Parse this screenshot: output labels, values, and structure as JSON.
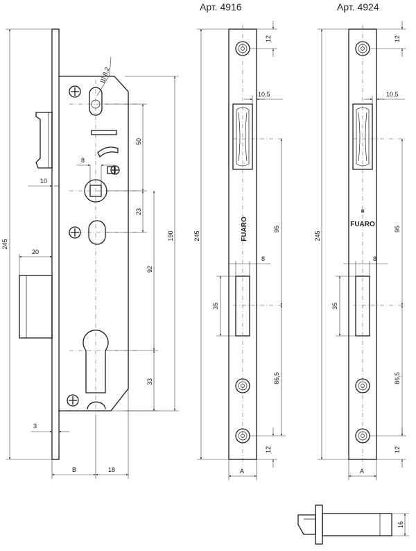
{
  "titles": {
    "left_article": "Арт. 4916",
    "right_article": "Арт. 4924"
  },
  "lock_dims": {
    "overall_height": "245",
    "ball_dia": "Ш 8,2",
    "dim_50": "50",
    "dim_8": "8",
    "dim_10": "10",
    "dim_23": "23",
    "dim_190": "190",
    "dim_92": "92",
    "dim_20": "20",
    "dim_33": "33",
    "dim_3": "3",
    "backset": "B",
    "dim_18": "18"
  },
  "strike_left": {
    "dim_12_top": "12",
    "dim_10_5": "10,5",
    "dim_245": "245",
    "dim_95": "95",
    "dim_8": "8",
    "dim_35": "35",
    "dim_86_5": "86,5",
    "dim_12_bottom": "12",
    "width_label": "A",
    "brand": "FUARO"
  },
  "strike_right": {
    "dim_12_top": "12",
    "dim_10_5": "10,5",
    "dim_245": "245",
    "dim_95": "95",
    "dim_8": "8",
    "dim_35": "35",
    "dim_86_5": "86,5",
    "dim_12_bottom": "12",
    "width_label": "A",
    "brand": "FUARO"
  },
  "latch_detail": {
    "dim_16": "16"
  }
}
